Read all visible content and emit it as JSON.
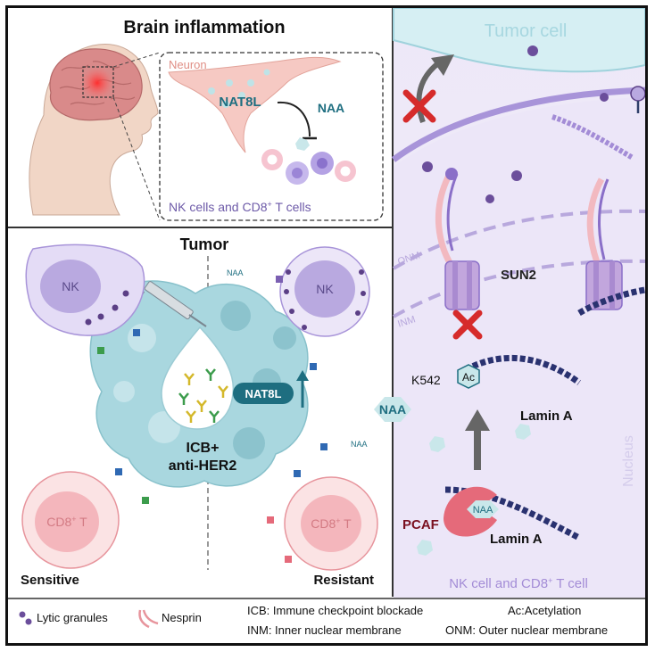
{
  "top_left": {
    "title": "Brain inflammation",
    "neuron_label": "Neuron",
    "nat8l": "NAT8L",
    "naa": "NAA",
    "cells_label_pre": "NK cells and CD8",
    "cells_label_sup": "+",
    "cells_label_post": " T cells"
  },
  "tumor_panel": {
    "title": "Tumor",
    "nk_top_left": "NK",
    "nk_top_right": "NK",
    "cd8_left_pre": "CD8",
    "cd8_left_sup": "+",
    "cd8_left_post": " T",
    "cd8_right_pre": "CD8",
    "cd8_right_sup": "+",
    "cd8_right_post": " T",
    "naa_small_1": "NAA",
    "naa_small_2": "NAA",
    "nat8l_badge": "NAT8L",
    "therapy_line1": "ICB+",
    "therapy_line2": "anti-HER2",
    "sensitive": "Sensitive",
    "resistant": "Resistant"
  },
  "right_panel": {
    "tumor_cell": "Tumor cell",
    "onm": "ONM",
    "inm": "INM",
    "sun2": "SUN2",
    "k542": "K542",
    "ac": "Ac",
    "lamin_a_top": "Lamin A",
    "lamin_a_bottom": "Lamin A",
    "naa_center": "NAA",
    "pcaf": "PCAF",
    "naa_pcaf": "NAA",
    "nucleus": "Nucleus",
    "footer_pre": "NK cell and CD8",
    "footer_sup": "+",
    "footer_post": " T cell"
  },
  "legend": {
    "lytic": "Lytic granules",
    "nesprin": "Nesprin",
    "icb": "ICB: Immune checkpoint blockade",
    "ac": "Ac:Acetylation",
    "inm": "INM: Inner nuclear membrane",
    "onm": "ONM: Outer nuclear membrane"
  },
  "colors": {
    "nk_purple": "#b9a9e0",
    "cd8_pink": "#f4b6bc",
    "nat8l_teal": "#1e6e80",
    "tumor_blue": "#8fc7d3",
    "red_x": "#d62b2b",
    "pcaf_red": "#e56a7a",
    "nuclear_lilac": "#ebe6f7"
  }
}
